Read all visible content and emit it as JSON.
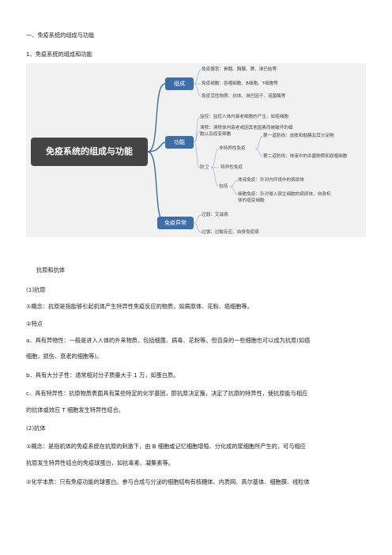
{
  "doc": {
    "heading1": "一、免疫系统的组成与功能",
    "heading2": "1、免疫系统的组成和功能",
    "section_title": "抗原和抗体",
    "antigen": {
      "label": "(1)抗原",
      "concept": "①概念：抗原是指能够引起机体产生特异性免疫反应的物质，如病原体、花粉、癌细胞等。",
      "features_label": "②特点",
      "a_line1": "a．具有异物性：一般是进入人体的外来物质，包括细菌、病毒、花粉等。但自身的一些细胞也可以成为抗原(如癌",
      "a_line2": "细胞，损伤、衰老的细胞等)。",
      "b": "b．具有大分子性：通常相对分子质量大于 1 万，如蛋白质。",
      "c_line1": "c．具有特异性：抗原物质表面具有某些特定的化学基团，即抗原决定簇，决定了抗原的特异性，使抗原能与相应",
      "c_line2": "的抗体或效应 T 细胞发生特异性结合。"
    },
    "antibody": {
      "label": "(2)抗体",
      "concept_line1": "①概念：是指机体的免疫系统在抗原的刺激下，由 B 细胞或记忆细胞增殖、分化成的浆细胞所产生的，可与相应",
      "concept_line2": "抗原发生特异性结合的免疫球蛋白，如抗毒素、凝集素等。",
      "chem_line1": "②化学本质：只有免疫功能的球蛋白。参与合成与分泌的细胞结构有核糖体、内质网、高尔基体、细胞膜、线粒体"
    }
  },
  "mindmap": {
    "root": "免疫系统的组成与功能",
    "cat_composition": "组成",
    "cat_function": "功能",
    "cat_abnormal": "免疫异常",
    "comp_items": [
      "免疫器官：骨髓、胸腺、脾、淋巴结等",
      "免疫细胞：吞噬细胞、B细胞、T细胞等",
      "免疫活性物质：抗体、淋巴因子、溶菌酶等"
    ],
    "func_monitor": "监控：监控人体内衰老细胞的产生，如癌细胞",
    "func_clear_1": "清除：清除体内衰老或因其他因素而被破坏的细",
    "func_clear_2": "胞以及癌变细胞",
    "func_defense": "防卫",
    "nonspecific": "非特异性免疫",
    "first_line": "第一道防线：皮肤和黏膜及其分泌物",
    "second_line": "第二道防线：体液中的杀菌物质和吞噬细胞",
    "specific": "特异性免疫",
    "includes": "包括",
    "humoral": "体液免疫：针对内环境中的病原体",
    "cellular_1": "细胞免疫：针对侵入宿主细胞的病原体、自身机",
    "cellular_2": "体的癌变细胞",
    "abn_excess": "过强：过敏反应、自身免疫病",
    "abn_weak": "过弱：艾滋病"
  }
}
